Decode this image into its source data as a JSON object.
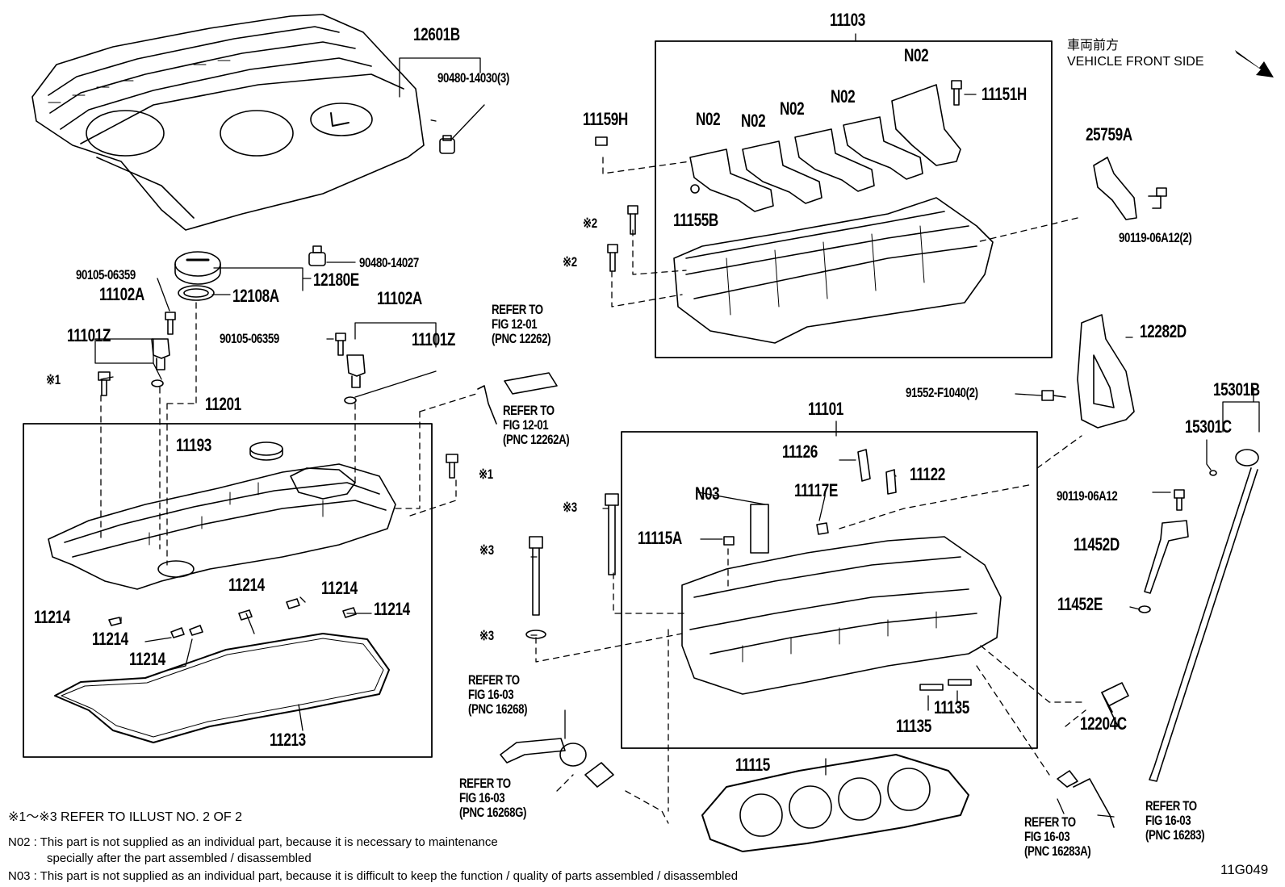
{
  "vehicle_front": {
    "jp": "車両前方",
    "en": "VEHICLE FRONT SIDE"
  },
  "labels": {
    "p12601B": "12601B",
    "p90480_14030": "90480-14030(3)",
    "p90480_14027": "90480-14027",
    "p12180E": "12180E",
    "p12108A": "12108A",
    "p90105_06359_a": "90105-06359",
    "p11102A_a": "11102A",
    "p11101Z_a": "11101Z",
    "p11102A_b": "11102A",
    "p90105_06359_b": "90105-06359",
    "p11101Z_b": "11101Z",
    "ref1": "※1",
    "ref1b": "※1",
    "p11201": "11201",
    "p11193": "11193",
    "p11214_a": "11214",
    "p11214_b": "11214",
    "p11214_c": "11214",
    "p11214_d": "11214",
    "p11214_e": "11214",
    "p11214_f": "11214",
    "p11213": "11213",
    "p11103": "11103",
    "p11159H": "11159H",
    "p11151H": "11151H",
    "n02_1": "N02",
    "n02_2": "N02",
    "n02_3": "N02",
    "n02_4": "N02",
    "n02_5": "N02",
    "p11155B": "11155B",
    "ref2a": "※2",
    "ref2b": "※2",
    "p25759A": "25759A",
    "p90119_06A12_2": "90119-06A12(2)",
    "p12282D": "12282D",
    "p91552": "91552-F1040(2)",
    "p15301B": "15301B",
    "p15301C": "15301C",
    "p90119_06A12": "90119-06A12",
    "p11452D": "11452D",
    "p11452E": "11452E",
    "p12204C": "12204C",
    "p11101": "11101",
    "p11126": "11126",
    "p11122": "11122",
    "n03": "N03",
    "p11117E": "11117E",
    "p11115A": "11115A",
    "ref3a": "※3",
    "ref3b": "※3",
    "ref3c": "※3",
    "p11135_a": "11135",
    "p11135_b": "11135",
    "p11115": "11115"
  },
  "refer_blocks": [
    {
      "l1": "REFER TO",
      "l2": "FIG 12-01",
      "l3": "(PNC 12262)"
    },
    {
      "l1": "REFER TO",
      "l2": "FIG 12-01",
      "l3": "(PNC 12262A)"
    },
    {
      "l1": "REFER TO",
      "l2": "FIG 16-03",
      "l3": "(PNC 16268)"
    },
    {
      "l1": "REFER TO",
      "l2": "FIG 16-03",
      "l3": "(PNC 16268G)"
    },
    {
      "l1": "REFER TO",
      "l2": "FIG 16-03",
      "l3": "(PNC 16283A)"
    },
    {
      "l1": "REFER TO",
      "l2": "FIG 16-03",
      "l3": "(PNC 16283)"
    }
  ],
  "notes": {
    "n1": "※1～※3  REFER TO ILLUST NO. 2 OF 2",
    "n2a": "N02 : This part is not supplied as an individual part, because it is necessary to maintenance",
    "n2b": "specially after the part assembled / disassembled",
    "n3": "N03 : This part is not supplied as an individual part, because it is difficult to keep the function / quality of parts  assembled / disassembled"
  },
  "code": "11G049"
}
